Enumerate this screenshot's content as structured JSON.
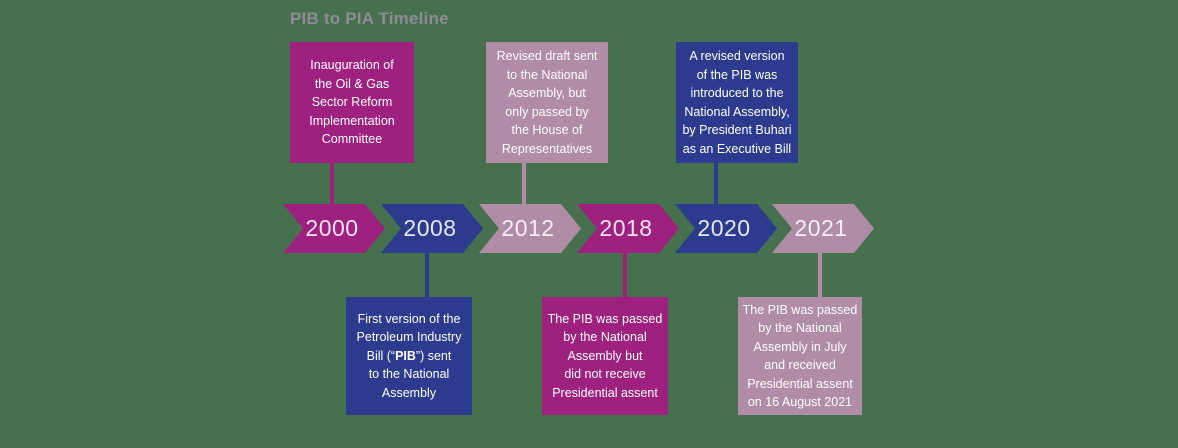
{
  "title": "PIB to PIA Timeline",
  "colors": {
    "background": "#47704E",
    "magenta": "#9E2180",
    "blue": "#2C3B8E",
    "mauve": "#B08CA7",
    "title_text": "#8D8C96",
    "card_text": "#FFFFFF",
    "year_text": "#EFE6EE"
  },
  "timeline": {
    "milestones": [
      {
        "year": "2000",
        "color_name": "magenta",
        "card_position": "above",
        "card_lines": [
          "Inauguration of",
          "the Oil & Gas",
          "Sector Reform",
          "Implementation",
          "Committee"
        ]
      },
      {
        "year": "2008",
        "color_name": "blue",
        "card_position": "below",
        "card_text_parts": {
          "before": "First version of the\nPetroleum Industry\nBill (“",
          "bold": "PIB",
          "after": "”) sent\nto the National\nAssembly"
        }
      },
      {
        "year": "2012",
        "color_name": "mauve",
        "card_position": "above",
        "card_lines": [
          "Revised draft sent",
          "to the National",
          "Assembly, but",
          "only passed by",
          "the House of",
          "Representatives"
        ]
      },
      {
        "year": "2018",
        "color_name": "magenta",
        "card_position": "below",
        "card_lines": [
          "The PIB was passed",
          "by the National",
          "Assembly but",
          "did not receive",
          "Presidential assent"
        ]
      },
      {
        "year": "2020",
        "color_name": "blue",
        "card_position": "above",
        "card_lines": [
          "A revised version",
          "of the PIB was",
          "introduced to the",
          "National Assembly,",
          "by President Buhari",
          "as an Executive Bill"
        ]
      },
      {
        "year": "2021",
        "color_name": "mauve",
        "card_position": "below",
        "card_lines": [
          "The PIB was passed",
          "by the National",
          "Assembly in July",
          "and received",
          "Presidential assent",
          "on 16 August 2021"
        ]
      }
    ]
  }
}
